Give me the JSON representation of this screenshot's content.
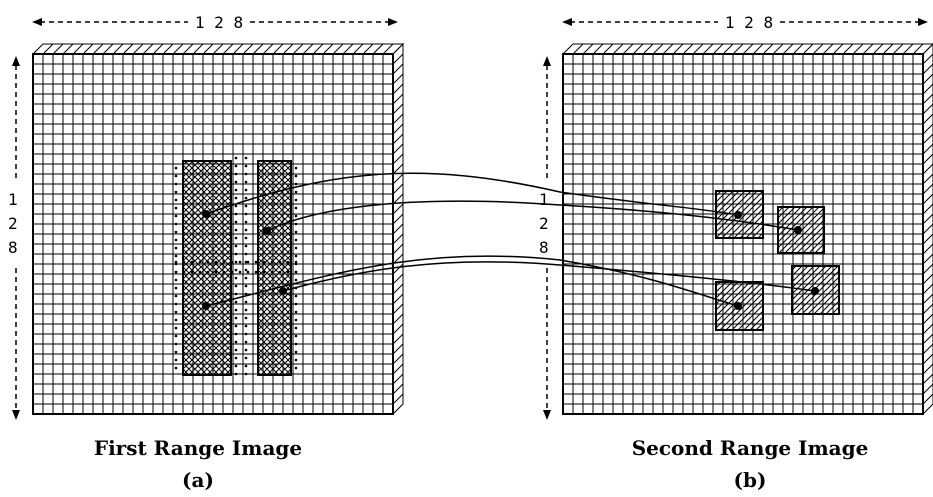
{
  "dimensions": {
    "width_label": "1 2 8",
    "height_digits": [
      "1",
      "2",
      "8"
    ]
  },
  "panels": [
    {
      "title": "First Range Image",
      "label": "(a)"
    },
    {
      "title": "Second Range Image",
      "label": "(b)"
    }
  ]
}
